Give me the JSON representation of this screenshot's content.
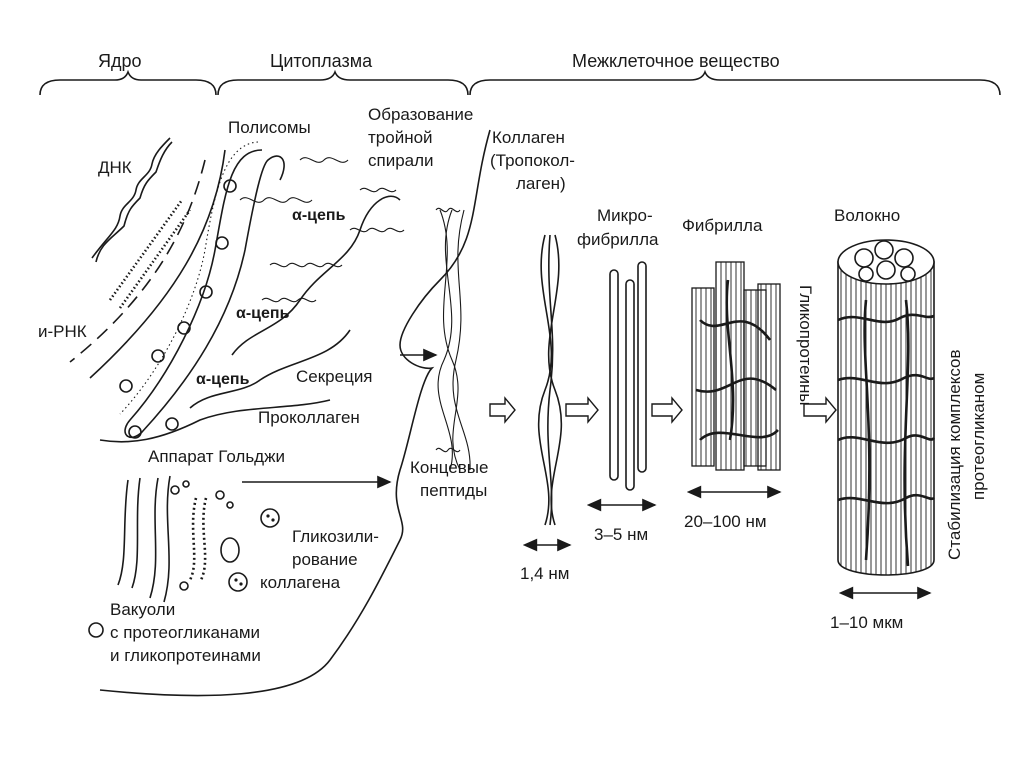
{
  "sections": {
    "nucleus": "Ядро",
    "cytoplasm": "Цитоплазма",
    "extracellular": "Межклеточное вещество"
  },
  "labels": {
    "dna": "ДНК",
    "mrna": "и-РНК",
    "polysomes": "Полисомы",
    "alpha_chain_1": "α-цепь",
    "alpha_chain_2": "α-цепь",
    "alpha_chain_3": "α-цепь",
    "triple_helix_1": "Образование",
    "triple_helix_2": "тройной",
    "triple_helix_3": "спирали",
    "collagen_1": "Коллаген",
    "collagen_2": "(Тропокол-",
    "collagen_3": "лаген)",
    "secretion": "Секреция",
    "procollagen": "Проколлаген",
    "golgi": "Аппарат Гольджи",
    "end_peptides_1": "Концевые",
    "end_peptides_2": "пептиды",
    "glyco_1": "Гликозили-",
    "glyco_2": "рование",
    "glyco_3": "коллагена",
    "vacuoles_1": "Вакуоли",
    "vacuoles_2": "с протеогликанами",
    "vacuoles_3": "и гликопротеинами",
    "microfibril_1": "Микро-",
    "microfibril_2": "фибрилла",
    "fibril": "Фибрилла",
    "glycoproteins": "Гликопротеины",
    "fiber": "Волокно",
    "stabilization_1": "Стабилизация комплексов",
    "stabilization_2": "протеогликаном"
  },
  "dimensions": {
    "collagen": "1,4 нм",
    "microfibril": "3–5 нм",
    "fibril": "20–100 нм",
    "fiber": "1–10 мкм"
  }
}
